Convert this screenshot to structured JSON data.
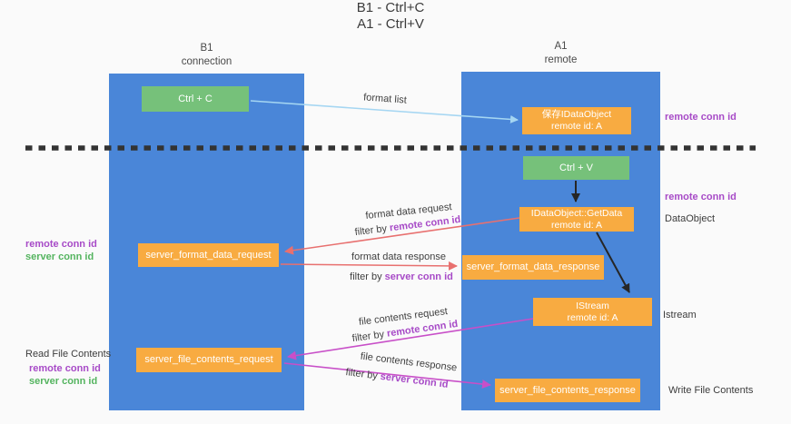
{
  "title": {
    "lines": [
      "B1 - Ctrl+C",
      "A1 - Ctrl+V"
    ]
  },
  "lifelines": {
    "b1": {
      "name": "B1",
      "role": "connection"
    },
    "a1": {
      "name": "A1",
      "role": "remote"
    }
  },
  "boxes": {
    "ctrl_c": {
      "label": "Ctrl + C"
    },
    "save_idataobject": {
      "line1": "保存IDataObject",
      "line2": "remote id: A"
    },
    "ctrl_v": {
      "label": "Ctrl + V"
    },
    "idataobject_getdata": {
      "line1": "IDataObject::GetData",
      "line2": "remote id: A"
    },
    "server_format_data_request": {
      "label": "server_format_data_request"
    },
    "server_format_data_response": {
      "label": "server_format_data_response"
    },
    "istream": {
      "line1": "IStream",
      "line2": "remote id: A"
    },
    "server_file_contents_request": {
      "label": "server_file_contents_request"
    },
    "server_file_contents_response": {
      "label": "server_file_contents_response"
    }
  },
  "arrows": {
    "format_list": {
      "label": "format list"
    },
    "format_data_request": {
      "label": "format data request",
      "filter_prefix": "filter by ",
      "filter_id": "remote conn id"
    },
    "format_data_response": {
      "label": "format data response",
      "filter_prefix": "filter by ",
      "filter_id": "server conn id"
    },
    "file_contents_request": {
      "label": "file contents request",
      "filter_prefix": "filter by ",
      "filter_id": "remote conn id"
    },
    "file_contents_response": {
      "label": "file contents response",
      "filter_prefix": "filter by ",
      "filter_id": "server conn id"
    }
  },
  "annotations": {
    "left": {
      "remote_conn_id_1": "remote conn id",
      "server_conn_id_1": "server conn id",
      "read_file_contents": "Read File Contents",
      "remote_conn_id_2": "remote conn id",
      "server_conn_id_2": "server conn id"
    },
    "right": {
      "remote_conn_id_1": "remote conn id",
      "remote_conn_id_2": "remote conn id",
      "dataobject": "DataObject",
      "istream": "Istream",
      "write_file_contents": "Write File Contents"
    }
  },
  "colors": {
    "lane_blue": "#4a86d8",
    "box_orange": "#f8ab41",
    "box_green": "#76c17a",
    "arrow_lightblue": "#a5d6f2",
    "arrow_red": "#e8706f",
    "arrow_magenta": "#c84fc8",
    "arrow_black": "#262626",
    "separator_black": "#333333",
    "text_purple": "#a74ac7",
    "text_green": "#54b45f",
    "text_dark": "#3c3c3c"
  }
}
